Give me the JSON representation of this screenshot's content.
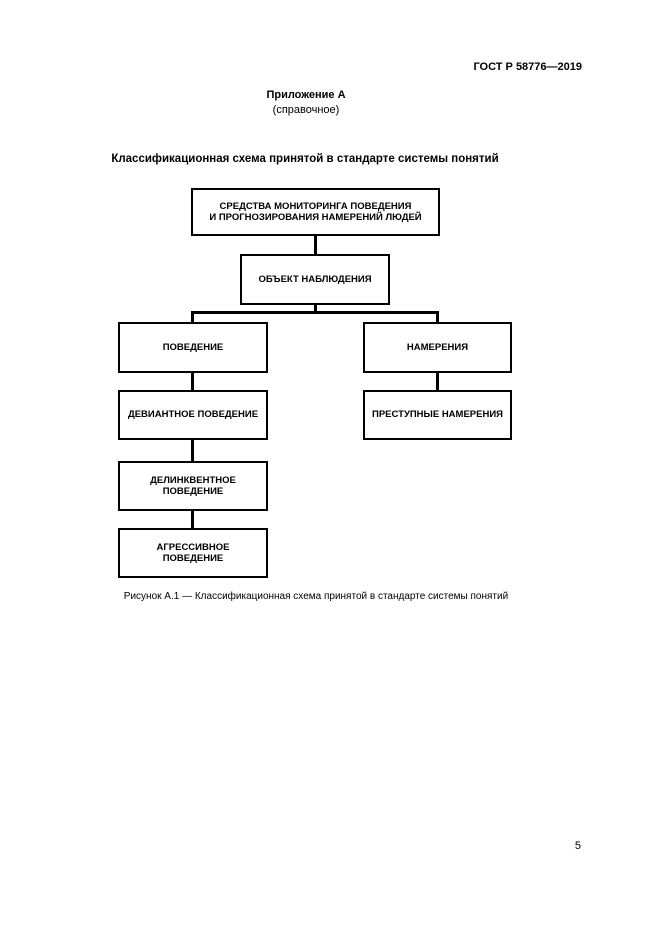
{
  "page": {
    "doc_code": "ГОСТ Р 58776—2019",
    "appendix": {
      "title": "Приложение А",
      "subtitle": "(справочное)"
    },
    "section_title": "Классификационная схема принятой в стандарте системы понятий",
    "figure_caption": "Рисунок А.1 — Классификационная схема принятой в стандарте системы понятий",
    "page_number": "5"
  },
  "diagram": {
    "nodes": [
      {
        "id": "monitoring-means",
        "lines": [
          "СРЕДСТВА МОНИТОРИНГА ПОВЕДЕНИЯ",
          "И ПРОГНОЗИРОВАНИЯ НАМЕРЕНИЙ ЛЮДЕЙ"
        ]
      },
      {
        "id": "observation-object",
        "lines": [
          "ОБЪЕКТ НАБЛЮДЕНИЯ"
        ]
      },
      {
        "id": "behavior",
        "lines": [
          "ПОВЕДЕНИЕ"
        ]
      },
      {
        "id": "intentions",
        "lines": [
          "НАМЕРЕНИЯ"
        ]
      },
      {
        "id": "deviant-behavior",
        "lines": [
          "ДЕВИАНТНОЕ ПОВЕДЕНИЕ"
        ]
      },
      {
        "id": "criminal-intentions",
        "lines": [
          "ПРЕСТУПНЫЕ НАМЕРЕНИЯ"
        ]
      },
      {
        "id": "delinquent-behavior",
        "lines": [
          "ДЕЛИНКВЕНТНОЕ",
          "ПОВЕДЕНИЕ"
        ]
      },
      {
        "id": "aggressive-behavior",
        "lines": [
          "АГРЕССИВНОЕ",
          "ПОВЕДЕНИЕ"
        ]
      }
    ],
    "edges": [
      {
        "from": "monitoring-means",
        "to": "observation-object"
      },
      {
        "from": "observation-object",
        "to": "behavior"
      },
      {
        "from": "observation-object",
        "to": "intentions"
      },
      {
        "from": "behavior",
        "to": "deviant-behavior"
      },
      {
        "from": "intentions",
        "to": "criminal-intentions"
      },
      {
        "from": "deviant-behavior",
        "to": "delinquent-behavior"
      },
      {
        "from": "delinquent-behavior",
        "to": "aggressive-behavior"
      }
    ]
  },
  "colors": {
    "background": "#ffffff",
    "text": "#000000",
    "box_border": "#000000",
    "connector": "#000000"
  }
}
